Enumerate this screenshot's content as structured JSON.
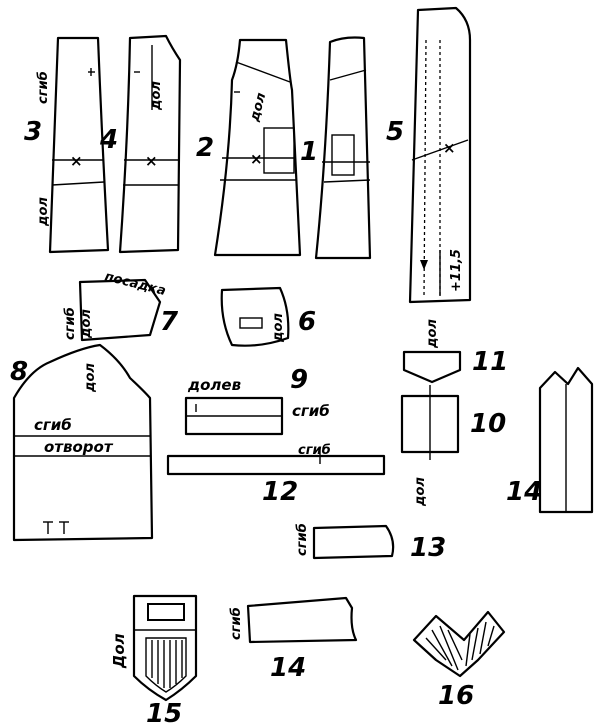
{
  "pieces": [
    {
      "id": "back-piece",
      "number": "1"
    },
    {
      "id": "front-piece",
      "number": "2",
      "grain_label": "дол"
    },
    {
      "id": "side-back-piece",
      "number": "3",
      "fold_label": "сгиб",
      "grain_label": "дол"
    },
    {
      "id": "side-front-piece",
      "number": "4",
      "grain_label": "дол"
    },
    {
      "id": "facing-piece",
      "number": "5",
      "measurement_label": "+11,5"
    },
    {
      "id": "pocket-bag-piece",
      "number": "6",
      "grain_label": "дол"
    },
    {
      "id": "collar-stand-piece",
      "number": "7",
      "fold_label": "сгиб",
      "grain_label": "дол",
      "ease_label": "посадка"
    },
    {
      "id": "sleeve-piece",
      "number": "8",
      "grain_label": "дол",
      "fold_label": "сгиб",
      "cuff_label": "отворот"
    },
    {
      "id": "welt-piece",
      "number": "9",
      "grain_label": "долев",
      "fold_label": "сгиб"
    },
    {
      "id": "pocket-piece",
      "number": "10",
      "grain_label": "дол"
    },
    {
      "id": "flap-piece",
      "number": "11",
      "grain_label": "дол"
    },
    {
      "id": "belt-piece",
      "number": "12",
      "fold_label": "сгиб"
    },
    {
      "id": "tab-piece",
      "number": "13",
      "fold_label": "сгиб"
    },
    {
      "id": "strap-piece",
      "number": "14",
      "fold_label": "сгиб"
    },
    {
      "id": "front-tab-piece",
      "number": "14"
    },
    {
      "id": "shield-pocket-piece",
      "number": "15",
      "grain_label": "Дол"
    },
    {
      "id": "chevron-piece",
      "number": "16"
    }
  ]
}
